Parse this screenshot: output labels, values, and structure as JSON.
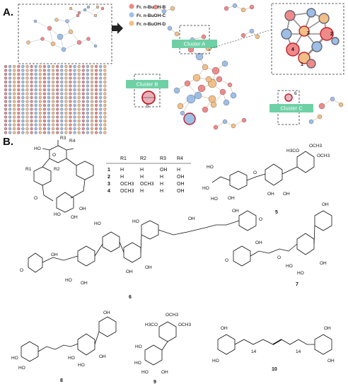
{
  "panels": {
    "a": "A.",
    "b": "B."
  },
  "legend": [
    {
      "label": "Fr. n-BuOH-B",
      "color": "#ee8a88"
    },
    {
      "label": "Fr. n-BuOH-C",
      "color": "#9dbfe6"
    },
    {
      "label": "Fr. n-BuOH-D",
      "color": "#f2bf86"
    }
  ],
  "clusters": {
    "a": "Cluster A",
    "b": "Cluster B",
    "c": "Cluster C"
  },
  "cluster_color": "#6fd0a6",
  "node_labels": {
    "n1": "1",
    "n2": "2",
    "n3": "3",
    "n4": "4",
    "n5": "5",
    "n6": "6"
  },
  "table": {
    "headers": [
      "R1",
      "R2",
      "R3",
      "R4"
    ],
    "rows": [
      [
        "1",
        "H",
        "H",
        "OH",
        "H"
      ],
      [
        "2",
        "H",
        "H",
        "H",
        "OH"
      ],
      [
        "3",
        "OCH3",
        "OCH3",
        "H",
        "OH"
      ],
      [
        "4",
        "OCH3",
        "H",
        "H",
        "OH"
      ]
    ]
  },
  "atoms": {
    "ho": "HO",
    "oh": "OH",
    "o": "O",
    "och3": "OCH3",
    "h3co": "H3CO",
    "r1": "R1",
    "r2": "R2",
    "r3": "R3",
    "r4": "R4",
    "n14": "14"
  },
  "compounds": {
    "c5": "5",
    "c6": "6",
    "c7": "7",
    "c8": "8",
    "c9": "9",
    "c10": "10"
  }
}
